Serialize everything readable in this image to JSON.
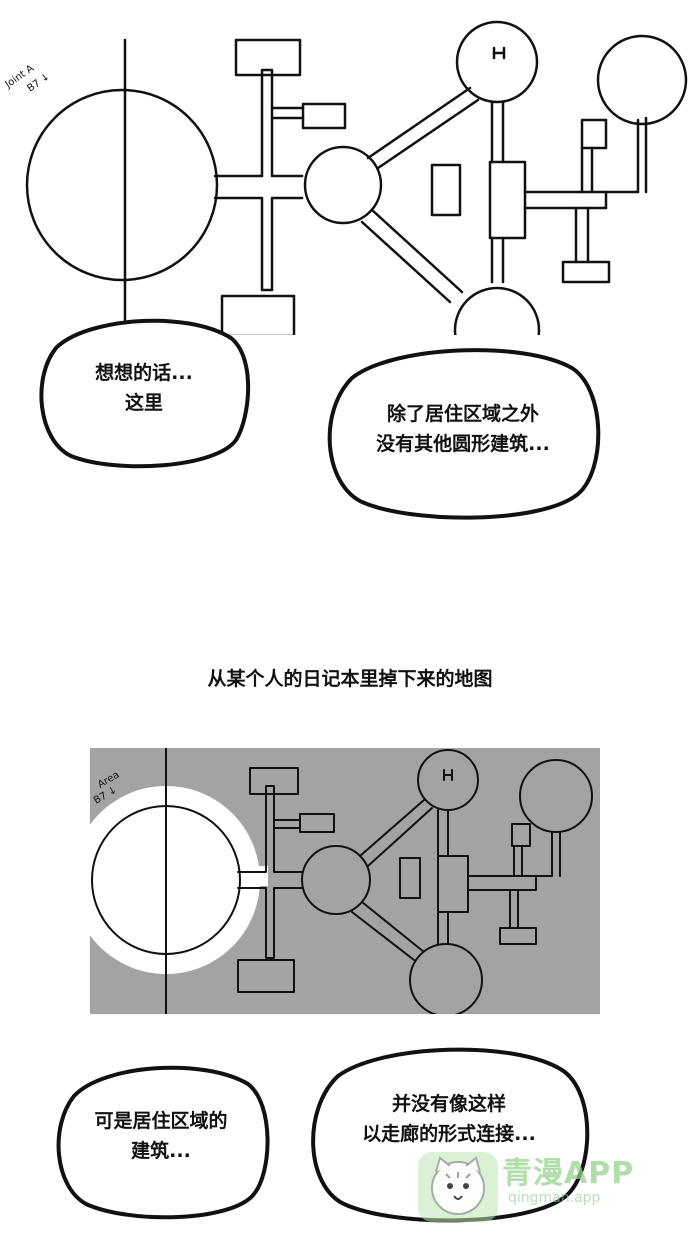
{
  "panel1": {
    "annotation_line1": "Joint A",
    "annotation_line2": "B7 ↓"
  },
  "bubble_left_1": {
    "line1": "想想的话...",
    "line2": "这里"
  },
  "bubble_right_1": {
    "line1": "除了居住区域之外",
    "line2": "没有其他圆形建筑..."
  },
  "caption": "从某个人的日记本里掉下来的地图",
  "panel2": {
    "annotation_line1": "Area",
    "annotation_line2": "B7 ↓",
    "door_symbol": "H",
    "background_color": "#a3a3a3"
  },
  "bubble_left_2": {
    "line1": "可是居住区域的",
    "line2": "建筑..."
  },
  "bubble_right_2": {
    "line1": "并没有像这样",
    "line2": "以走廊的形式连接..."
  },
  "watermark": {
    "brand": "青漫APP",
    "url": "qingman.app"
  }
}
